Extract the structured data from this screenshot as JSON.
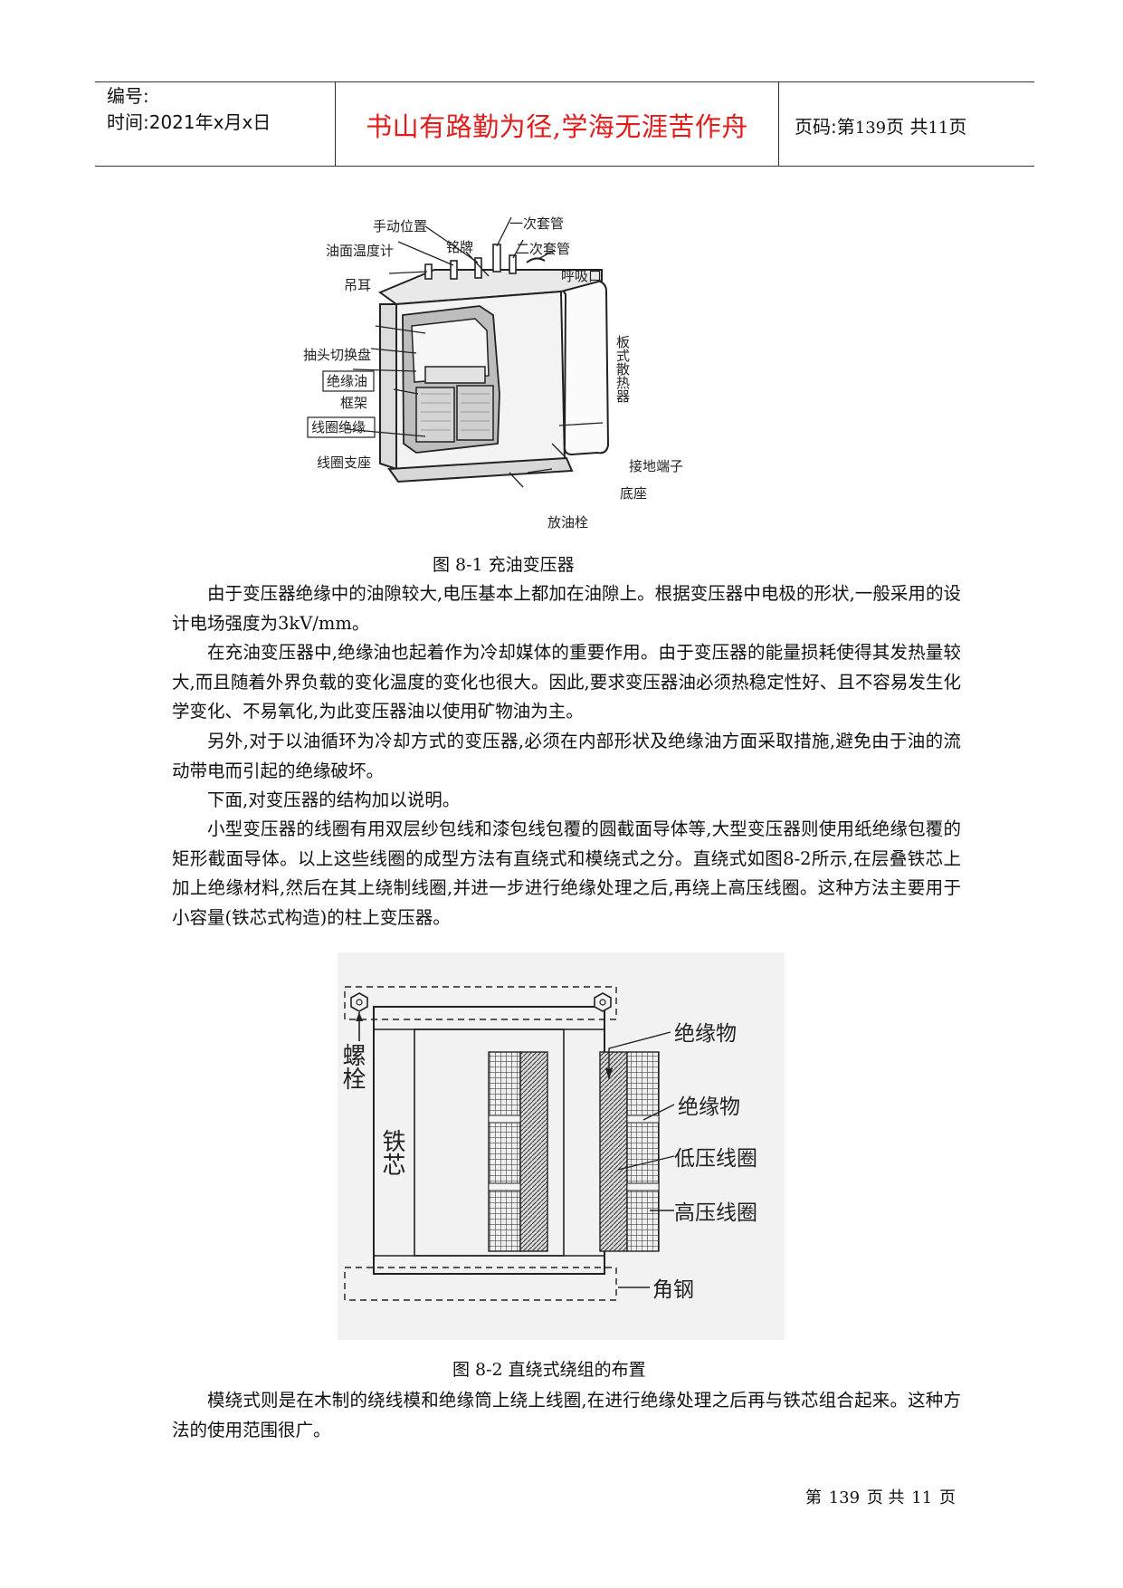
{
  "header": {
    "number_label": "编号:",
    "time_label": "时间:2021年x月x日",
    "motto": "书山有路勤为径,学海无涯苦作舟",
    "page_prefix": "页码:第",
    "page_num": "139",
    "page_mid": "页  共",
    "page_total": "11",
    "page_suffix": "页"
  },
  "figure1": {
    "labels": {
      "manual_position": "手动位置",
      "primary_bushing": "一次套管",
      "nameplate": "铭牌",
      "oil_thermometer": "油面温度计",
      "secondary_bushing": "二次套管",
      "breather": "呼吸口",
      "lifting_lug": "吊耳",
      "tap_changer": "抽头切换盘",
      "insulating_oil": "绝缘油",
      "frame": "框架",
      "coil_insulation": "线圈绝缘",
      "coil_support": "线圈支座",
      "radiator": "板式散热器",
      "ground_terminal": "接地端子",
      "base": "底座",
      "drain_plug": "放油栓"
    },
    "caption": "图 8-1  充油变压器"
  },
  "paragraphs": [
    "由于变压器绝缘中的油隙较大,电压基本上都加在油隙上。根据变压器中电极的形状,一般采用的设计电场强度为3kV/mm。",
    "在充油变压器中,绝缘油也起着作为冷却媒体的重要作用。由于变压器的能量损耗使得其发热量较大,而且随着外界负载的变化温度的变化也很大。因此,要求变压器油必须热稳定性好、且不容易发生化学变化、不易氧化,为此变压器油以使用矿物油为主。",
    "另外,对于以油循环为冷却方式的变压器,必须在内部形状及绝缘油方面采取措施,避免由于油的流动带电而引起的绝缘破坏。",
    "下面,对变压器的结构加以说明。",
    "小型变压器的线圈有用双层纱包线和漆包线包覆的圆截面导体等,大型变压器则使用纸绝缘包覆的矩形截面导体。以上这些线圈的成型方法有直绕式和模绕式之分。直绕式如图8-2所示,在层叠铁芯上加上绝缘材料,然后在其上绕制线圈,并进一步进行绝缘处理之后,再绕上高压线圈。这种方法主要用于小容量(铁芯式构造)的柱上变压器。",
    "模绕式则是在木制的绕线模和绝缘筒上绕上线圈,在进行绝缘处理之后再与铁芯组合起来。这种方法的使用范围很广。"
  ],
  "figure2": {
    "labels": {
      "bolt": "螺栓",
      "iron_core": "铁芯",
      "insulator_top": "绝缘物",
      "insulator_mid": "绝缘物",
      "low_voltage_coil": "低压线圈",
      "high_voltage_coil": "高压线圈",
      "angle_steel": "角钢"
    },
    "caption": "图  8-2  直绕式绕组的布置"
  },
  "footer": {
    "prefix": "第",
    "page_num": "139",
    "mid": "页  共",
    "total": "11",
    "suffix": "页"
  }
}
